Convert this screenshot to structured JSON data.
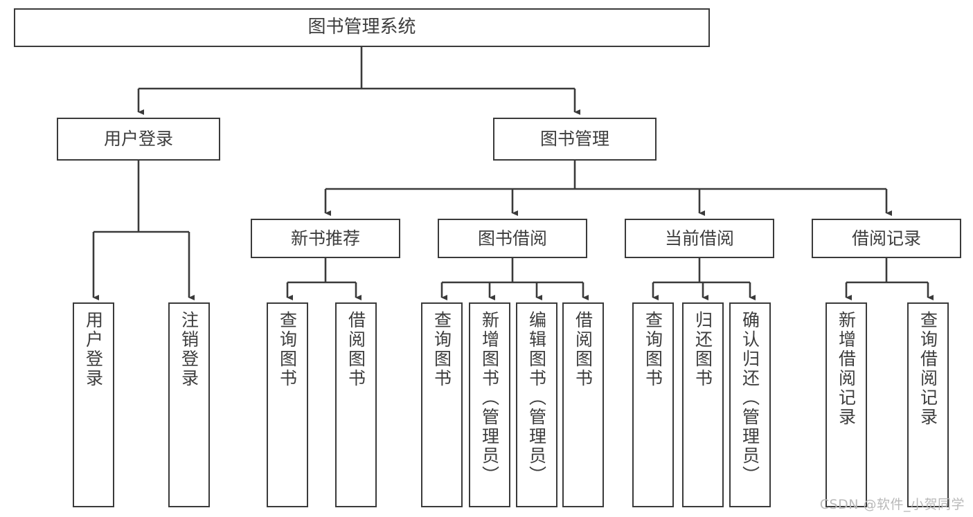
{
  "diagram": {
    "type": "tree",
    "title": "图书管理系统",
    "watermark": "CSDN @软件_小贺同学",
    "colors": {
      "box_border": "#3a3a3a",
      "box_fill": "#ffffff",
      "edge": "#3a3a3a",
      "text": "#3d3d3d",
      "watermark": "#b9b9b9",
      "background": "#ffffff"
    },
    "nodes": {
      "root": {
        "label": "图书管理系统"
      },
      "level2": [
        {
          "label": "用户登录"
        },
        {
          "label": "图书管理"
        }
      ],
      "level3": [
        {
          "label": "新书推荐"
        },
        {
          "label": "图书借阅"
        },
        {
          "label": "当前借阅"
        },
        {
          "label": "借阅记录"
        }
      ],
      "leaves_user_login": [
        {
          "label": "用户登录"
        },
        {
          "label": "注销登录"
        }
      ],
      "leaves_new_books": [
        {
          "label": "查询图书"
        },
        {
          "label": "借阅图书"
        }
      ],
      "leaves_borrow_books": [
        {
          "label": "查询图书"
        },
        {
          "label": "新增图书（管理员）"
        },
        {
          "label": "编辑图书（管理员）"
        },
        {
          "label": "借阅图书"
        }
      ],
      "leaves_current_borrow": [
        {
          "label": "查询图书"
        },
        {
          "label": "归还图书"
        },
        {
          "label": "确认归还（管理员）"
        }
      ],
      "leaves_borrow_records": [
        {
          "label": "新增借阅记录"
        },
        {
          "label": "查询借阅记录"
        }
      ]
    }
  }
}
